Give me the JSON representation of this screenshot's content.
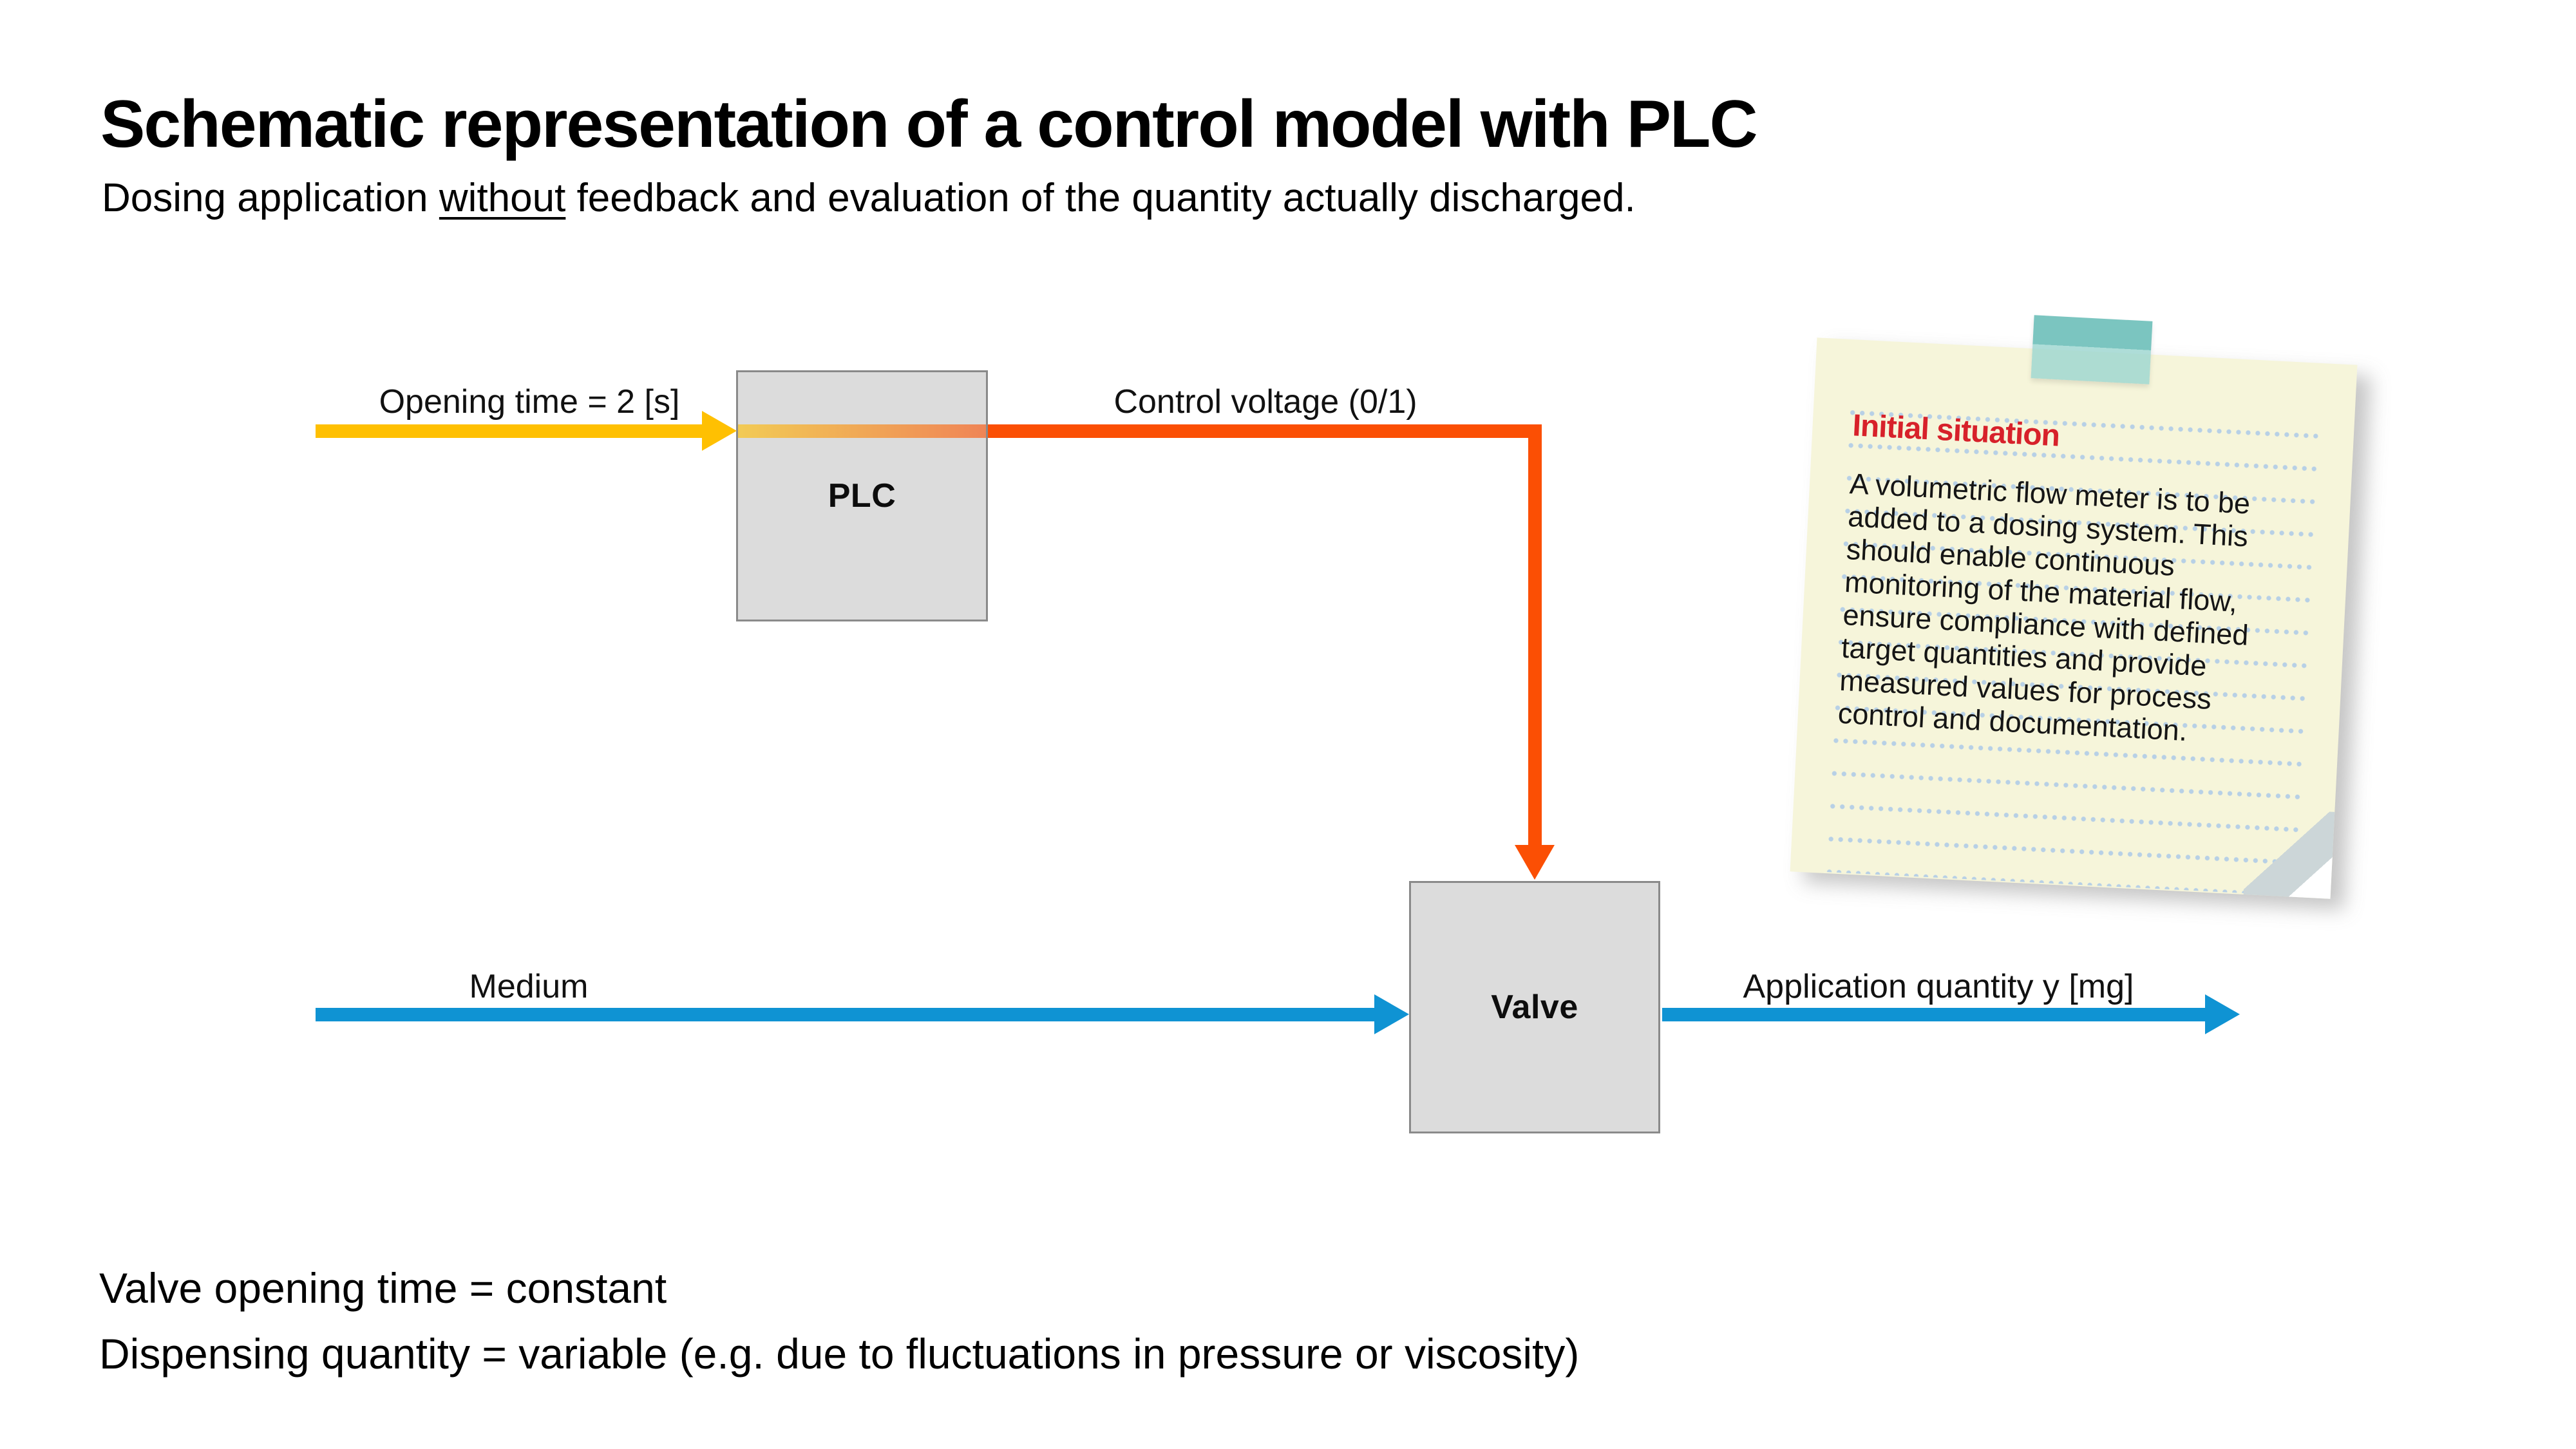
{
  "title": "Schematic representation of a control model with PLC",
  "subtitle": {
    "pre": "Dosing application ",
    "underlined": "without",
    "post": " feedback and evaluation of the quantity actually discharged."
  },
  "diagram": {
    "plc_box_label": "PLC",
    "valve_box_label": "Valve",
    "labels": {
      "opening_time": "Opening time = 2 [s]",
      "control_voltage": "Control voltage (0/1)",
      "medium": "Medium",
      "application_quantity": "Application quantity y [mg]"
    }
  },
  "note": {
    "heading": "Initial situation",
    "body_lines": [
      "A volumetric flow meter is to be",
      "added to a dosing system. This",
      "should enable continuous",
      "monitoring of the material flow,",
      "ensure compliance with defined",
      "target quantities and provide",
      "measured values for process",
      "control and documentation."
    ]
  },
  "footer": {
    "line1": "Valve opening time = constant",
    "line2": "Dispensing quantity = variable (e.g. due to fluctuations in pressure or viscosity)"
  },
  "colors": {
    "arrow_yellow": "#ffc002",
    "arrow_orange": "#fb4f04",
    "arrow_blue": "#0f93d3",
    "box_fill": "#dcdcdc",
    "box_border": "#8a8a8a",
    "note_bg": "#f6f5da",
    "note_dot": "#b7d0e6",
    "note_heading": "#d7212a",
    "tape_teal": "#7cc7c3",
    "fold_gray": "#ccd6d8",
    "text_black": "#000000"
  }
}
